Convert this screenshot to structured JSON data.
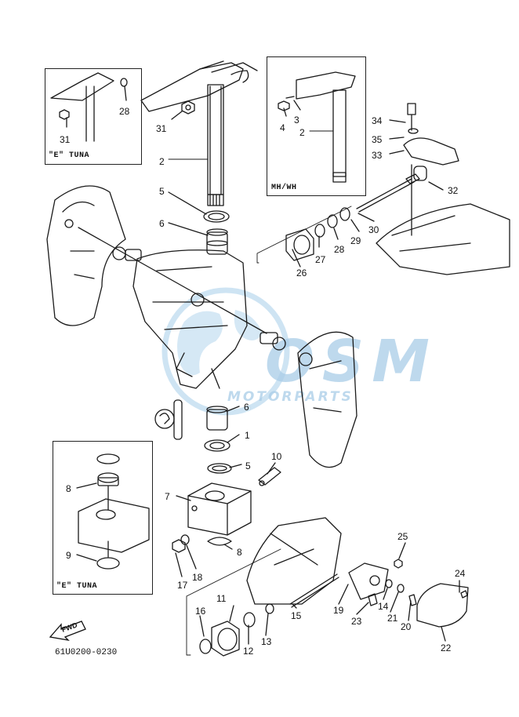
{
  "diagram": {
    "catalog_code": "61U0200-0230",
    "fwd_label": "FWD",
    "watermark": {
      "brand": "OSM",
      "sub": "MOTORPARTS"
    },
    "boxes": {
      "e_tuna_top": "\"E\"  TUNA",
      "mh_wh": "MH/WH",
      "e_tuna_bottom": "\"E\"  TUNA"
    },
    "callouts": [
      {
        "id": "c2a",
        "label": "2"
      },
      {
        "id": "c31a",
        "label": "31"
      },
      {
        "id": "c28a",
        "label": "28"
      },
      {
        "id": "c31b",
        "label": "31"
      },
      {
        "id": "c4",
        "label": "4"
      },
      {
        "id": "c3",
        "label": "3"
      },
      {
        "id": "c2b",
        "label": "2"
      },
      {
        "id": "c34",
        "label": "34"
      },
      {
        "id": "c35",
        "label": "35"
      },
      {
        "id": "c33",
        "label": "33"
      },
      {
        "id": "c32",
        "label": "32"
      },
      {
        "id": "c5a",
        "label": "5"
      },
      {
        "id": "c6a",
        "label": "6"
      },
      {
        "id": "c30",
        "label": "30"
      },
      {
        "id": "c29",
        "label": "29"
      },
      {
        "id": "c28b",
        "label": "28"
      },
      {
        "id": "c27",
        "label": "27"
      },
      {
        "id": "c26",
        "label": "26"
      },
      {
        "id": "c6b",
        "label": "6"
      },
      {
        "id": "c1",
        "label": "1"
      },
      {
        "id": "c5b",
        "label": "5"
      },
      {
        "id": "c10",
        "label": "10"
      },
      {
        "id": "c8a",
        "label": "8"
      },
      {
        "id": "c7",
        "label": "7"
      },
      {
        "id": "c9",
        "label": "9"
      },
      {
        "id": "c8b",
        "label": "8"
      },
      {
        "id": "c18",
        "label": "18"
      },
      {
        "id": "c17",
        "label": "17"
      },
      {
        "id": "c25",
        "label": "25"
      },
      {
        "id": "c24",
        "label": "24"
      },
      {
        "id": "c11",
        "label": "11"
      },
      {
        "id": "c16",
        "label": "16"
      },
      {
        "id": "c12",
        "label": "12"
      },
      {
        "id": "c13",
        "label": "13"
      },
      {
        "id": "c15",
        "label": "15"
      },
      {
        "id": "c19",
        "label": "19"
      },
      {
        "id": "c23",
        "label": "23"
      },
      {
        "id": "c14",
        "label": "14"
      },
      {
        "id": "c21",
        "label": "21"
      },
      {
        "id": "c20",
        "label": "20"
      },
      {
        "id": "c22",
        "label": "22"
      }
    ]
  }
}
